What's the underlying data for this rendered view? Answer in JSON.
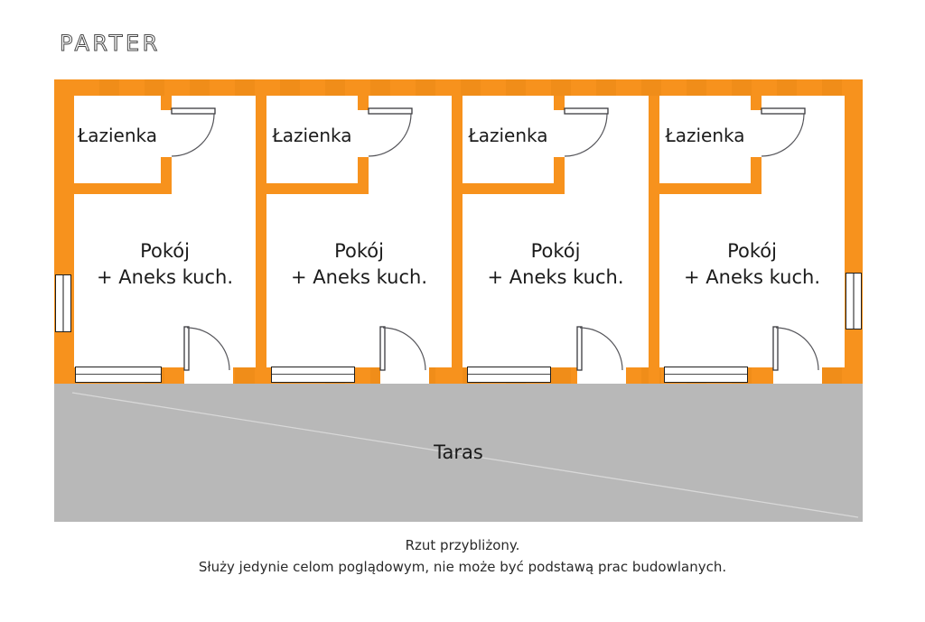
{
  "title": "PARTER",
  "colors": {
    "wall": "#F7921D",
    "terrace": "#B8B8B8",
    "text": "#1B1B1B"
  },
  "units": [
    {
      "bathroom_label": "Łazienka",
      "room_label": "Pokój",
      "room_label2": "+ Aneks kuch."
    },
    {
      "bathroom_label": "Łazienka",
      "room_label": "Pokój",
      "room_label2": "+ Aneks kuch."
    },
    {
      "bathroom_label": "Łazienka",
      "room_label": "Pokój",
      "room_label2": "+ Aneks kuch."
    },
    {
      "bathroom_label": "Łazienka",
      "room_label": "Pokój",
      "room_label2": "+ Aneks kuch."
    }
  ],
  "terrace_label": "Taras",
  "footnote": {
    "line1": "Rzut przybliżony.",
    "line2": "Służy jedynie celom poglądowym, nie może być podstawą prac budowlanych."
  }
}
